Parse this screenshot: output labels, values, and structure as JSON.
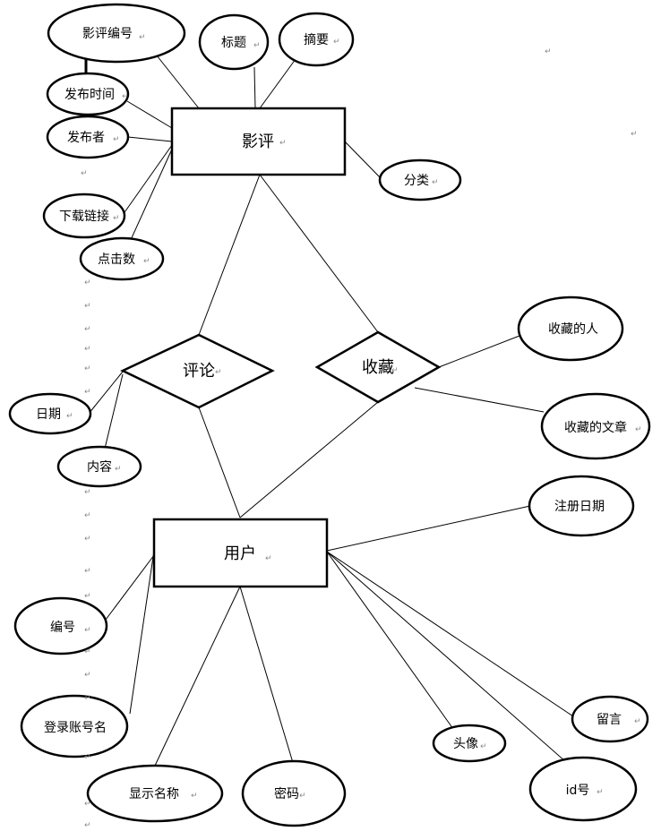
{
  "entities": {
    "review": "影评",
    "user": "用户"
  },
  "relations": {
    "comment": "评论",
    "favorite": "收藏"
  },
  "attributes": {
    "review_id": "影评编号",
    "title": "标题",
    "abstract": "摘要",
    "publish_time": "发布时间",
    "publisher": "发布者",
    "category": "分类",
    "download_link": "下载链接",
    "clicks": "点击数",
    "favoriter": "收藏的人",
    "favorited_article": "收藏的文章",
    "date": "日期",
    "content": "内容",
    "register_date": "注册日期",
    "user_id": "编号",
    "login_account": "登录账号名",
    "avatar": "头像",
    "message": "留言",
    "id_no": "id号",
    "display_name": "显示名称",
    "password": "密码"
  },
  "paragraph_mark": "↵"
}
